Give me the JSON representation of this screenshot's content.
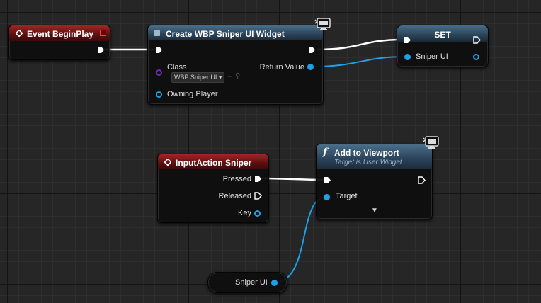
{
  "nodes": {
    "begin_play": {
      "title": "Event BeginPlay"
    },
    "create_widget": {
      "title": "Create WBP Sniper UI Widget",
      "class_label": "Class",
      "class_value": "WBP Sniper UI",
      "owning_player_label": "Owning Player",
      "return_value_label": "Return Value"
    },
    "set": {
      "title": "SET",
      "var_label": "Sniper UI"
    },
    "input_action": {
      "title": "InputAction Sniper",
      "pressed_label": "Pressed",
      "released_label": "Released",
      "key_label": "Key"
    },
    "add_to_viewport": {
      "title": "Add to Viewport",
      "subtitle": "Target is User Widget",
      "target_label": "Target"
    },
    "get_var": {
      "label": "Sniper UI"
    }
  },
  "icons": {
    "event": "event-diamond-icon",
    "function": "function-f-icon",
    "server": "server-monitor-icon",
    "exec": "exec-pin-icon",
    "object_pin": "object-pin-icon",
    "dropdown": "chevron-down-icon"
  },
  "colors": {
    "event_header": "#a32525",
    "function_header": "#2a4258",
    "object_pin": "#1ea0e6",
    "class_pin": "#6a2bc0",
    "exec_wire": "#ffffff"
  }
}
